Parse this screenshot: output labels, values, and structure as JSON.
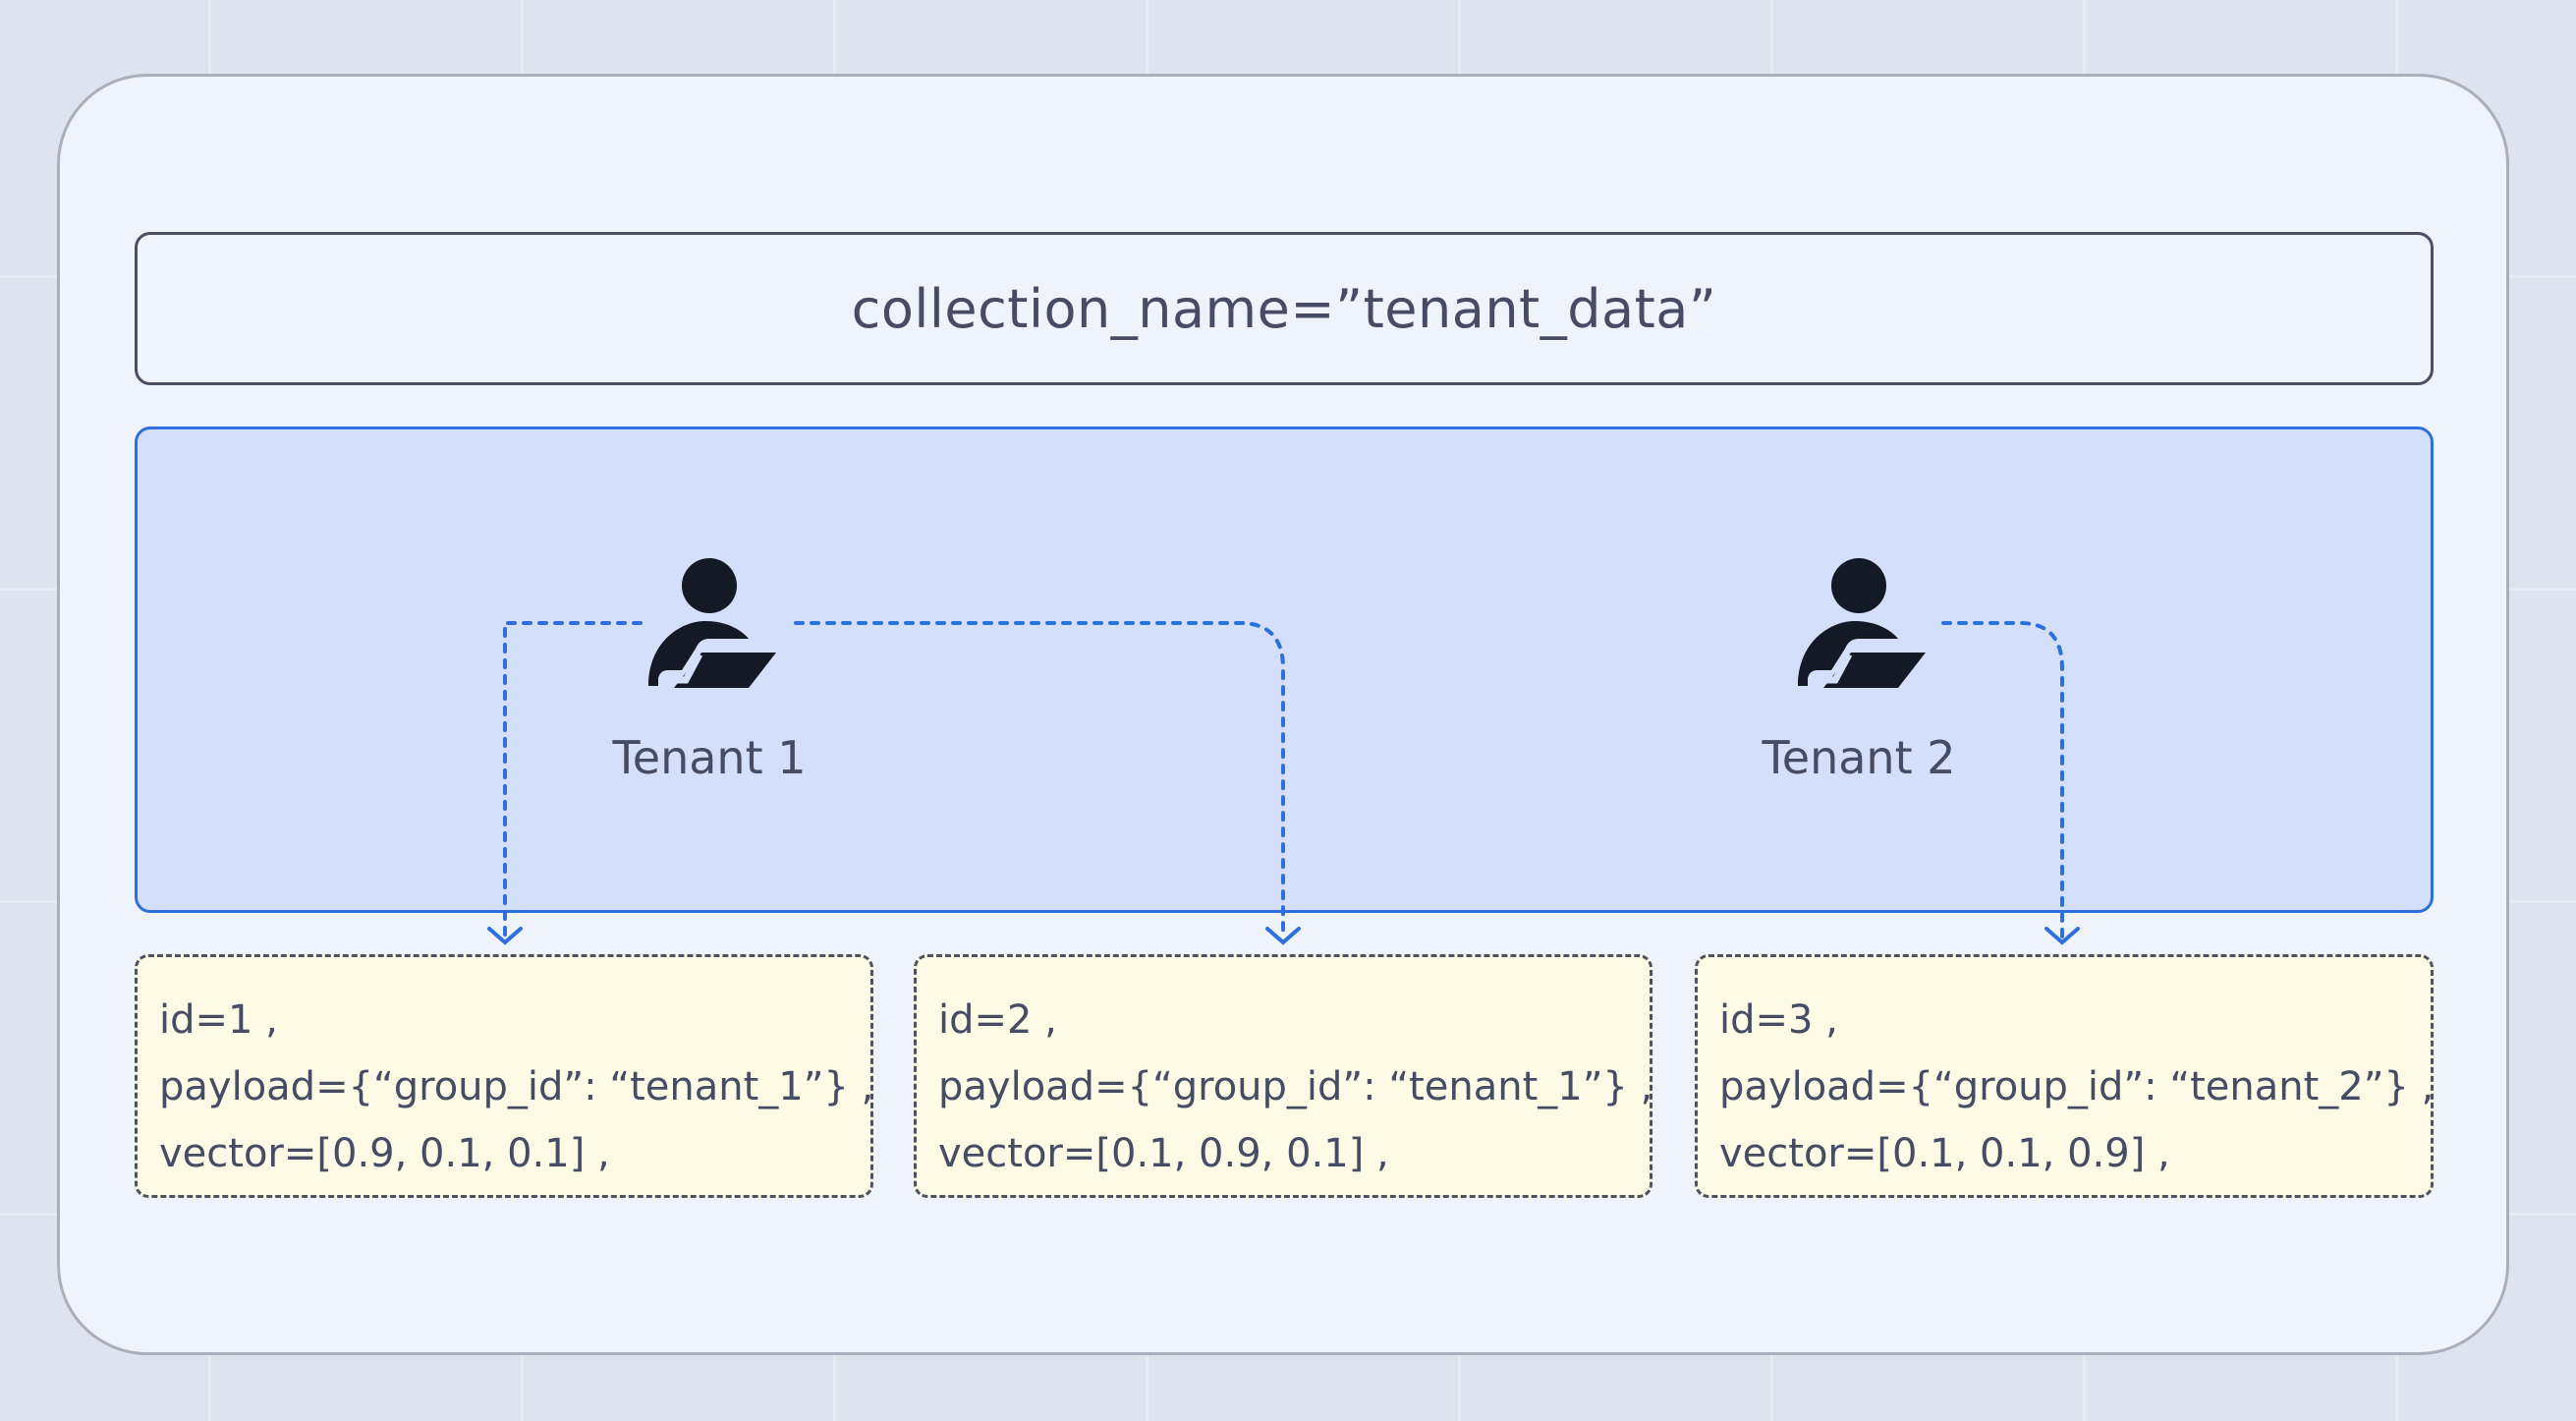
{
  "collection": {
    "label": "collection_name=”tenant_data”"
  },
  "tenants": [
    {
      "label": "Tenant 1",
      "icon": "user-laptop-icon"
    },
    {
      "label": "Tenant 2",
      "icon": "user-laptop-icon"
    }
  ],
  "records": [
    {
      "id": "id=1 ,",
      "payload": "payload={“group_id”: “tenant_1”} ,",
      "vector": "vector=[0.9, 0.1, 0.1] ,"
    },
    {
      "id": "id=2 ,",
      "payload": "payload={“group_id”: “tenant_1”} ,",
      "vector": "vector=[0.1, 0.9, 0.1] ,"
    },
    {
      "id": "id=3 ,",
      "payload": "payload={“group_id”: “tenant_2”} ,",
      "vector": "vector=[0.1, 0.1, 0.9] ,"
    }
  ],
  "connections": [
    {
      "from": "Tenant 1",
      "to": "id=1"
    },
    {
      "from": "Tenant 1",
      "to": "id=2"
    },
    {
      "from": "Tenant 2",
      "to": "id=3"
    }
  ],
  "colors": {
    "page_background": "#dfe3ee",
    "card_background": "#eff3fb",
    "tenant_area_fill": "#d3dffb",
    "tenant_area_border": "#2e6fe0",
    "connector": "#2e6fe0",
    "record_fill": "#fdfae5",
    "text": "#454c64",
    "icon": "#141926"
  }
}
